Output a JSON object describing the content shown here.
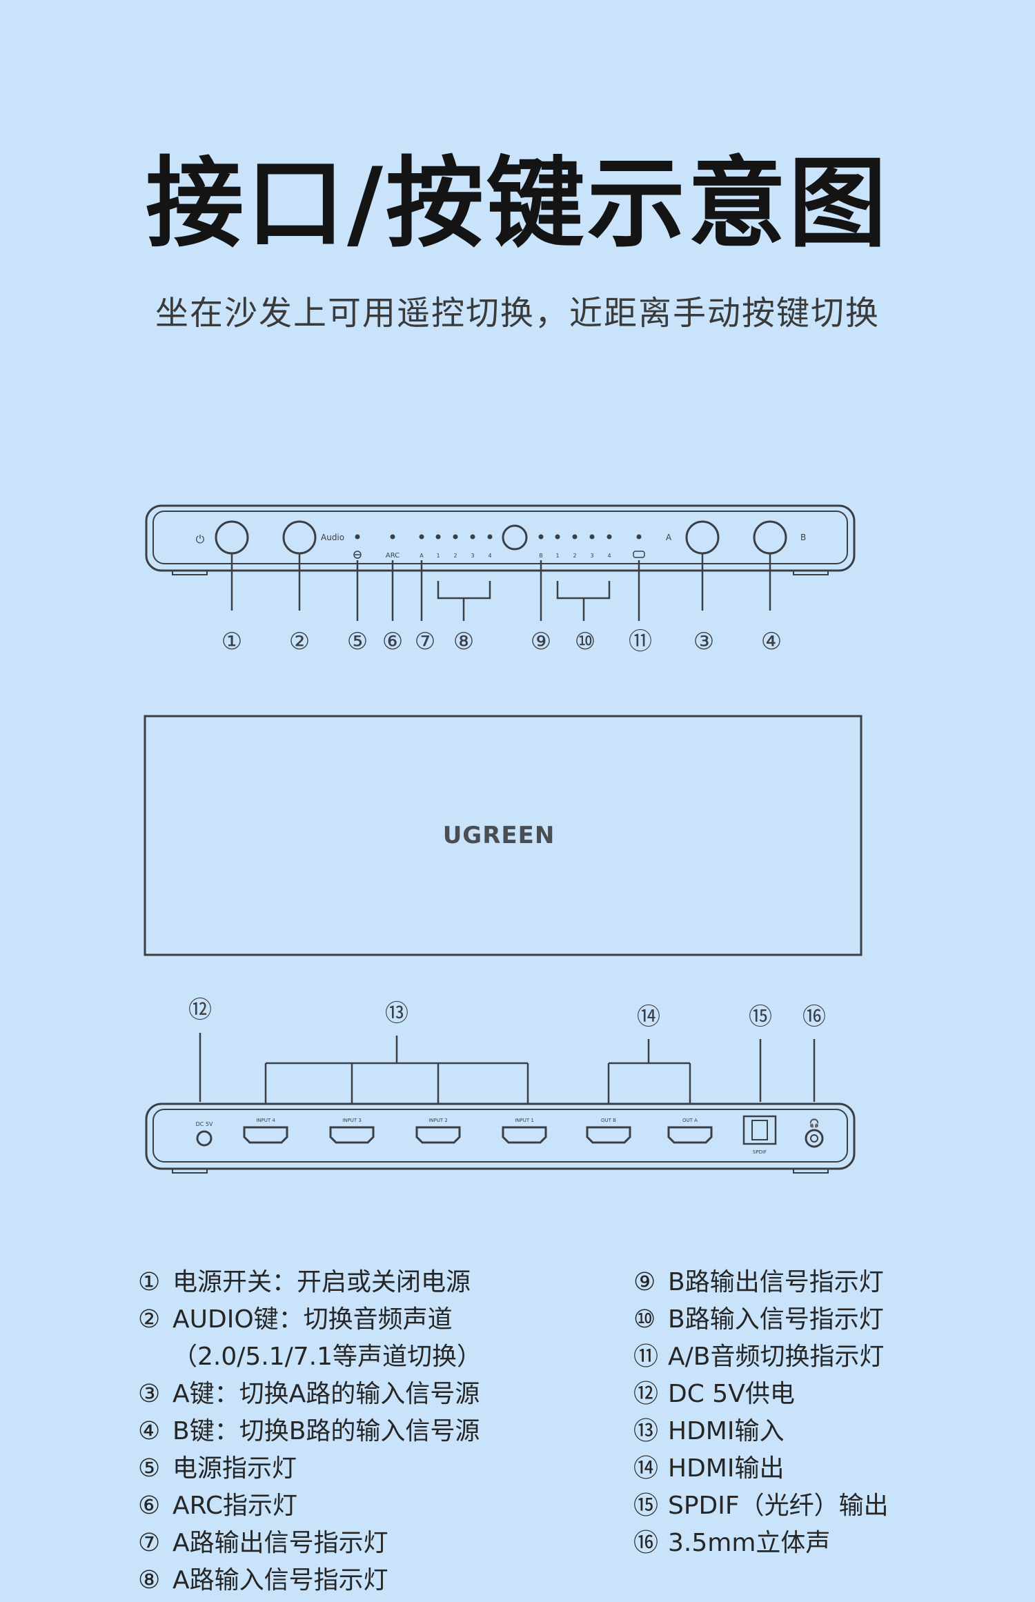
{
  "header": {
    "title": "接口/按键示意图",
    "subtitle": "坐在沙发上可用遥控切换，近距离手动按键切换"
  },
  "front_panel": {
    "labels": {
      "audio": "Audio",
      "arc": "ARC",
      "a": "A",
      "b": "B",
      "out_a": "A",
      "out_b": "B",
      "in_a": [
        "1",
        "2",
        "3",
        "4"
      ],
      "in_b": [
        "1",
        "2",
        "3",
        "4"
      ]
    },
    "callouts": [
      "①",
      "②",
      "⑤",
      "⑥",
      "⑦",
      "⑧",
      "⑨",
      "⑩",
      "⑪",
      "③",
      "④"
    ]
  },
  "top_view": {
    "brand": "UGREEN"
  },
  "rear_panel": {
    "labels": {
      "dc": "DC 5V",
      "ports": [
        "INPUT 4",
        "INPUT 3",
        "INPUT 2",
        "INPUT 1",
        "OUT B",
        "OUT A"
      ],
      "spdif": "SPDIF"
    },
    "callouts": [
      "⑫",
      "⑬",
      "⑭",
      "⑮",
      "⑯"
    ]
  },
  "legend": {
    "left": [
      {
        "num": "①",
        "text": "电源开关：开启或关闭电源"
      },
      {
        "num": "②",
        "text": "AUDIO键：切换音频声道"
      },
      {
        "num": "",
        "text": "（2.0/5.1/7.1等声道切换）"
      },
      {
        "num": "③",
        "text": "A键：切换A路的输入信号源"
      },
      {
        "num": "④",
        "text": "B键：切换B路的输入信号源"
      },
      {
        "num": "⑤",
        "text": "电源指示灯"
      },
      {
        "num": "⑥",
        "text": "ARC指示灯"
      },
      {
        "num": "⑦",
        "text": "A路输出信号指示灯"
      },
      {
        "num": "⑧",
        "text": "A路输入信号指示灯"
      }
    ],
    "right": [
      {
        "num": "⑨",
        "text": "B路输出信号指示灯"
      },
      {
        "num": "⑩",
        "text": "B路输入信号指示灯"
      },
      {
        "num": "⑪",
        "text": "A/B音频切换指示灯"
      },
      {
        "num": "⑫",
        "text": "DC 5V供电"
      },
      {
        "num": "⑬",
        "text": "HDMI输入"
      },
      {
        "num": "⑭",
        "text": "HDMI输出"
      },
      {
        "num": "⑮",
        "text": "SPDIF（光纤）输出"
      },
      {
        "num": "⑯",
        "text": "3.5mm立体声"
      }
    ]
  }
}
